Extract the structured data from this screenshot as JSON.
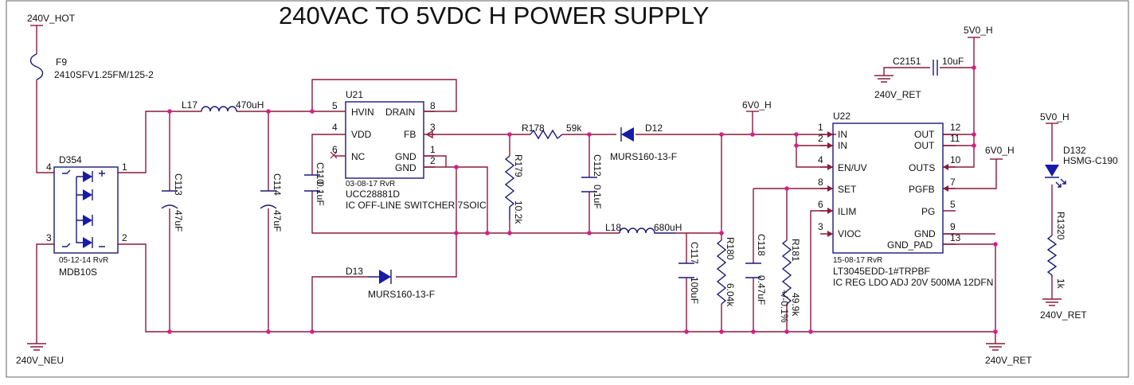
{
  "title": "240VAC TO 5VDC H POWER SUPPLY",
  "ports": {
    "hot": "240V_HOT",
    "neu": "240V_NEU",
    "ret_top": "240V_RET",
    "ret_bottom": "240V_RET",
    "ret_led": "240V_RET",
    "v5_main": "5V0_H",
    "v5_led": "5V0_H",
    "v6_left": "6V0_H",
    "v6_right": "6V0_H"
  },
  "components": {
    "f9": {
      "ref": "F9",
      "part": "2410SFV1.25FM/125-2"
    },
    "d354": {
      "ref": "D354",
      "pins": [
        "4",
        "1",
        "3",
        "2"
      ],
      "stamp": "05-12-14  RvR",
      "part": "MDB10S"
    },
    "l17": {
      "ref": "L17",
      "value": "470uH"
    },
    "c113": {
      "ref": "C113",
      "value": "47uF"
    },
    "c114": {
      "ref": "C114",
      "value": "47uF"
    },
    "c110": {
      "ref": "C110",
      "value": "0.1uF"
    },
    "u21": {
      "ref": "U21",
      "pins": [
        "HVIN",
        "VDD",
        "NC",
        "DRAIN",
        "FB",
        "GND",
        "GND"
      ],
      "pin_numbers": [
        "5",
        "4",
        "6",
        "8",
        "3",
        "1",
        "2"
      ],
      "stamp": "03-08-17  RvR",
      "part": "UCC28881D",
      "desc": "IC OFF-LINE SWITCHER 7SOIC"
    },
    "r178": {
      "ref": "R178",
      "value": "59k"
    },
    "r179": {
      "ref": "R179",
      "value": "10.2k"
    },
    "d12": {
      "ref": "D12",
      "part": "MURS160-13-F"
    },
    "c112": {
      "ref": "C112",
      "value": "0.1uF"
    },
    "d13": {
      "ref": "D13",
      "part": "MURS160-13-F"
    },
    "l18": {
      "ref": "L18",
      "value": "680uH"
    },
    "c117": {
      "ref": "C117",
      "value": "100uF"
    },
    "r180": {
      "ref": "R180",
      "value": "6.04k"
    },
    "c118": {
      "ref": "C118",
      "value": "0.47uF"
    },
    "r181": {
      "ref": "R181",
      "value": "49.9k",
      "tolerance": "+/-0.1%"
    },
    "u22": {
      "ref": "U22",
      "left_pins": [
        "IN",
        "IN",
        "EN/UV",
        "SET",
        "ILIM",
        "VIOC"
      ],
      "left_numbers": [
        "1",
        "2",
        "4",
        "8",
        "6",
        "3"
      ],
      "right_pins": [
        "OUT",
        "OUT",
        "OUTS",
        "PGFB",
        "PG",
        "GND",
        "GND_PAD"
      ],
      "right_numbers": [
        "12",
        "11",
        "10",
        "7",
        "5",
        "9",
        "13"
      ],
      "stamp": "15-08-17  RvR",
      "part": "LT3045EDD-1#TRPBF",
      "desc": "IC REG LDO ADJ 20V 500MA 12DFN"
    },
    "c2151": {
      "ref": "C2151",
      "value": "10uF"
    },
    "d132": {
      "ref": "D132",
      "part": "HSMG-C190"
    },
    "r1320": {
      "ref": "R1320",
      "value": "1k"
    }
  },
  "misc": {
    "blank": ""
  },
  "colors": {
    "wire": "#8b1a3a",
    "component": "#1a1a7a",
    "junction": "#d61f8a",
    "diode_fill": "#1a1aa8"
  }
}
